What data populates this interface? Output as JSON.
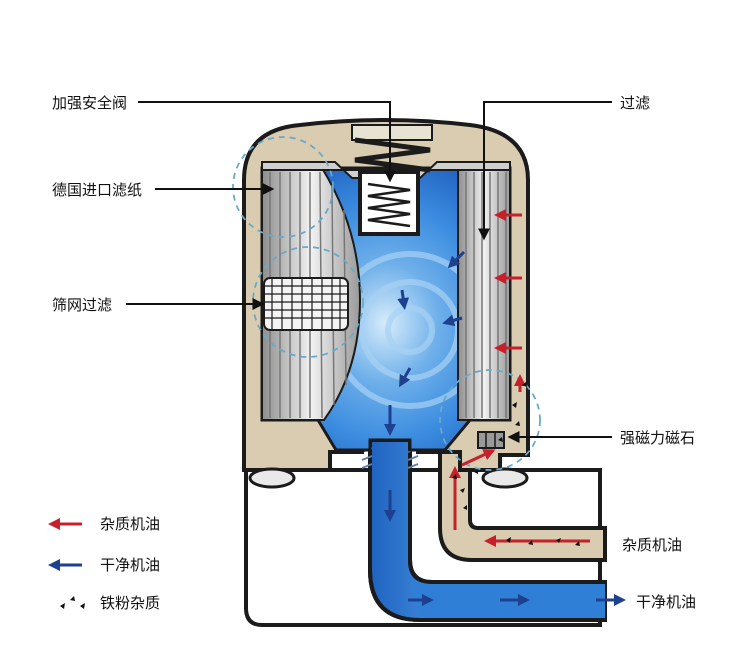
{
  "callouts": {
    "relief_valve": "加强安全阀",
    "filter_paper": "德国进口滤纸",
    "mesh_filter": "筛网过滤",
    "filtering": "过滤",
    "magnet": "强磁力磁石",
    "dirty_oil_inlet": "杂质机油",
    "clean_oil_outlet": "干净机油"
  },
  "legend": {
    "dirty_oil": "杂质机油",
    "clean_oil": "干净机油",
    "iron_powder": "铁粉杂质"
  },
  "colors": {
    "dirty_oil": "#c8202a",
    "clean_oil": "#1f3f8f",
    "oil_blue": "#2f7fd6",
    "housing": "#d9ccb0",
    "outline": "#1b1b1b"
  }
}
